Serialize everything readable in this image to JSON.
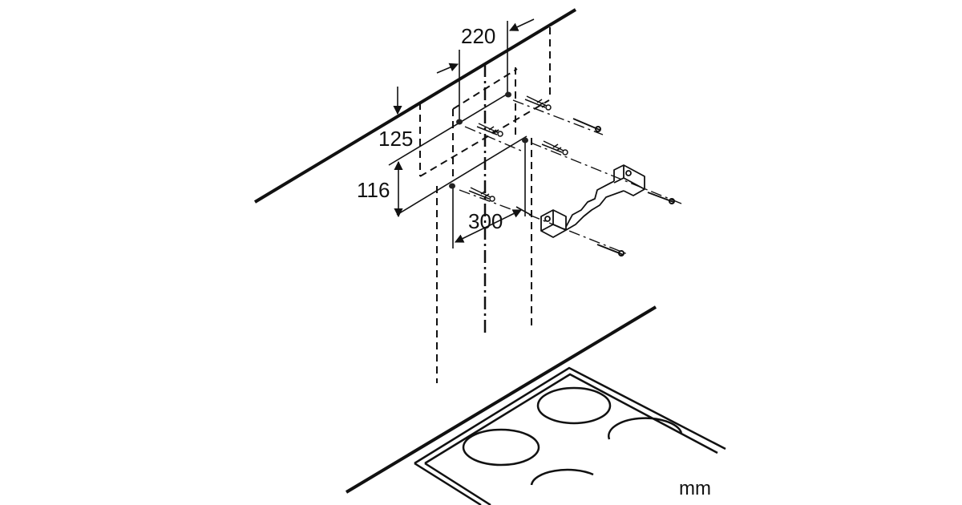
{
  "dimensions": {
    "width_hole_spacing": "220",
    "top_offset": "125",
    "vertical_hole_spacing": "116",
    "bracket_width": "300"
  },
  "unit": "mm",
  "colors": {
    "line": "#111111",
    "background": "#ffffff"
  }
}
